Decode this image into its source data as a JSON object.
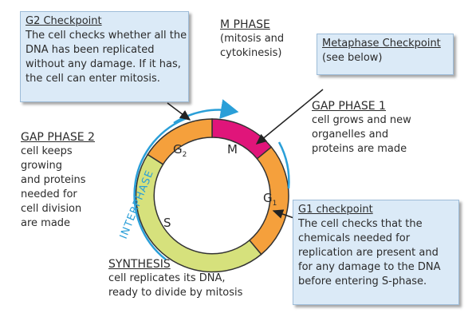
{
  "g2_box": {
    "title": "G2 Checkpoint",
    "lines": [
      "The cell checks whether all the",
      "DNA has been replicated",
      "without any damage. If it has,",
      "the cell can enter mitosis."
    ]
  },
  "m_phase": {
    "title": "M PHASE",
    "lines": [
      "(mitosis and",
      "cytokinesis)"
    ]
  },
  "metaphase_box": {
    "title": "Metaphase Checkpoint",
    "lines": [
      "(see below)"
    ]
  },
  "gap1": {
    "title": "GAP PHASE 1",
    "lines": [
      "cell grows and new",
      "organelles and",
      "proteins are made"
    ]
  },
  "gap2": {
    "title": "GAP PHASE 2",
    "lines": [
      "cell keeps",
      "growing",
      "and proteins",
      "needed for",
      "cell division",
      "are made"
    ]
  },
  "g1_box": {
    "title": "G1 checkpoint",
    "lines": [
      "The cell checks that the",
      "chemicals needed for",
      "replication are present and",
      "for any damage to the DNA",
      "before entering S-phase."
    ]
  },
  "synthesis": {
    "title": "SYNTHESIS",
    "lines": [
      "cell replicates its DNA,",
      "ready to divide by mitosis"
    ]
  },
  "interphase_label": "INTERPHASE",
  "segments": {
    "m": {
      "letter": "M",
      "color": "#e0157a"
    },
    "g1": {
      "letter": "G",
      "sub": "1",
      "color": "#f5a03c"
    },
    "s": {
      "letter": "S",
      "color": "#d6e17c"
    },
    "g2": {
      "letter": "G",
      "sub": "2",
      "color": "#f5a03c"
    }
  },
  "colors": {
    "box_fill": "#dbeaf7",
    "arrow_blue": "#2a9fd8",
    "interphase_text": "#2a9fd8"
  }
}
